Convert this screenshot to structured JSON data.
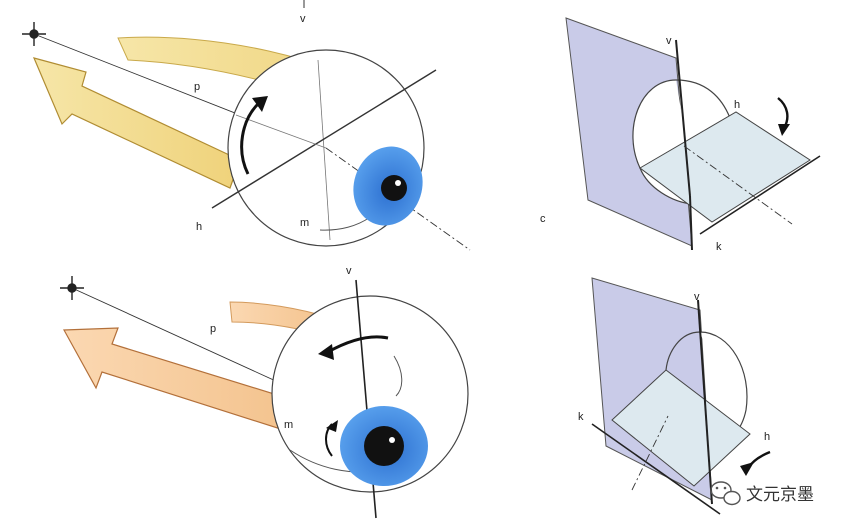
{
  "labels": {
    "top_left": {
      "v": "v",
      "p": "p",
      "h": "h",
      "m": "m"
    },
    "top_right": {
      "v": "v",
      "h": "h",
      "k": "k",
      "c": "c"
    },
    "bottom_left": {
      "v": "v",
      "p": "p",
      "m": "m"
    },
    "bottom_right": {
      "v": "v",
      "h": "h",
      "k": "k"
    }
  },
  "watermark": {
    "text": "文元京墨",
    "icon": "wechat-icon"
  },
  "colors": {
    "arrow_yellow": "#f2dc92",
    "arrow_peach": "#f7c99a",
    "iris_blue": "#3f86e0",
    "plane_lavender": "#c9cbe8",
    "plane_light": "#dde9ef"
  }
}
